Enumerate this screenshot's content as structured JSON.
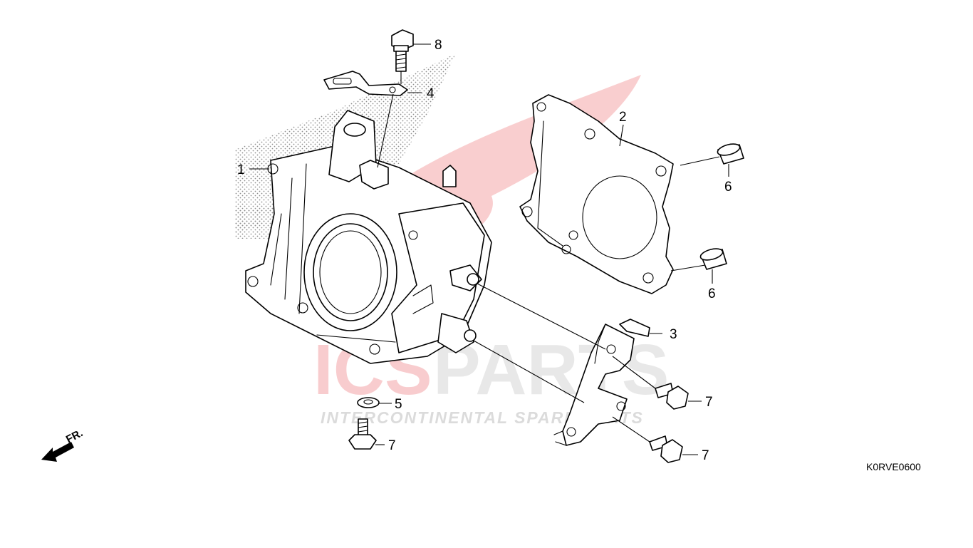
{
  "diagram": {
    "drawing_code": "K0RVE0600",
    "direction_label": "FR.",
    "watermark": {
      "brand_left": "ICS",
      "brand_right": "PARTS",
      "tagline": "INTERCONTINENTAL SPARE PARTS",
      "brand_color": "#e31e24",
      "muted_color": "#9a9a9a"
    },
    "callouts": [
      "1",
      "2",
      "3",
      "4",
      "5",
      "6",
      "6",
      "7",
      "7",
      "7",
      "8"
    ]
  }
}
